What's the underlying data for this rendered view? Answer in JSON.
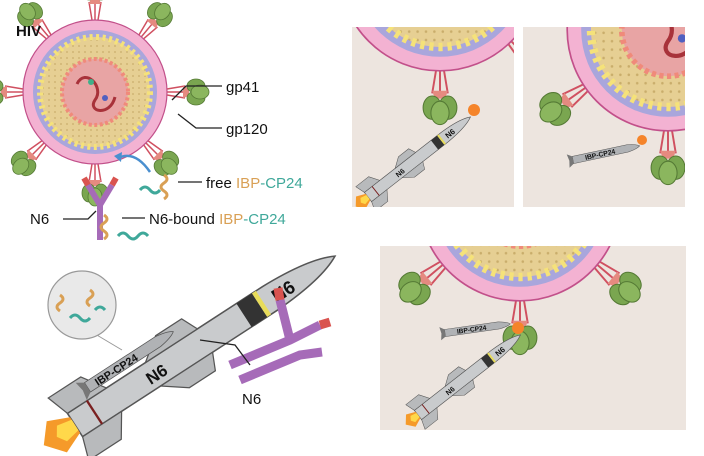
{
  "labels": {
    "hiv": "HIV",
    "gp41": "gp41",
    "gp120": "gp120",
    "free_prefix": "free ",
    "n6_bound_prefix": "N6-bound ",
    "ibp": "IBP",
    "cp24": "-CP24",
    "n6_antibody": "N6",
    "n6_antibody_bottom": "N6"
  },
  "rockets": {
    "main_n6_nose": "N6",
    "main_n6_body": "N6",
    "main_ibp": "IBP-CP24",
    "panel1_nose": "N6",
    "panel1_body": "N6",
    "panel2_ibp": "IBP-CP24",
    "panel3_ibp": "IBP-CP24",
    "panel3_nose": "N6",
    "panel3_body": "N6"
  },
  "colors": {
    "ibp": "#d9a055",
    "cp24": "#3fa89a",
    "panel_bg": "#ede5df",
    "membrane": "#e48bb8",
    "antibody": "#a66bb8",
    "gp120": "#6f9a45"
  }
}
